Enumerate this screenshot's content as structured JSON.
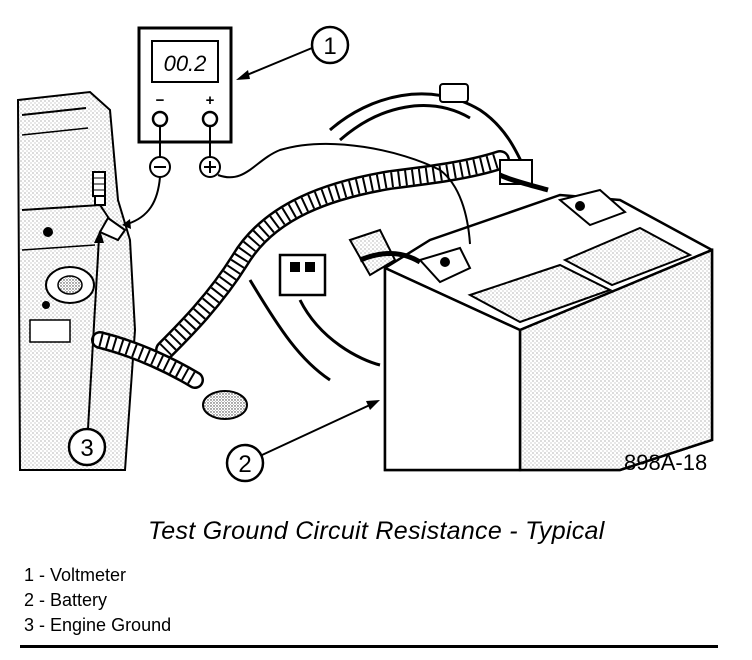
{
  "figure_id": "898A-18",
  "caption": "Test Ground Circuit Resistance - Typical",
  "meter": {
    "reading": "00.2",
    "negative_symbol": "−",
    "positive_symbol": "+"
  },
  "callouts": [
    {
      "number": "1",
      "label": "Voltmeter"
    },
    {
      "number": "2",
      "label": "Battery"
    },
    {
      "number": "3",
      "label": "Engine Ground"
    }
  ],
  "legend": [
    {
      "number": "1",
      "sep": " - ",
      "label": "Voltmeter"
    },
    {
      "number": "2",
      "sep": " - ",
      "label": "Battery"
    },
    {
      "number": "3",
      "sep": " - ",
      "label": "Engine Ground"
    }
  ]
}
